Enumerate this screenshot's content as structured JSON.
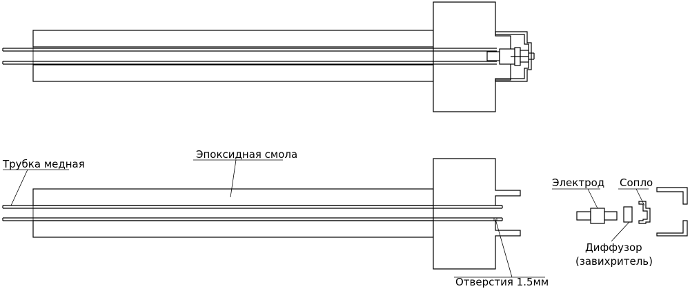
{
  "labels": {
    "copper_tube": "Трубка медная",
    "epoxy": "Эпоксидная смола",
    "holes": "Отверстия 1.5мм",
    "electrode": "Электрод",
    "nozzle": "Сопло",
    "diffuser_line1": "Диффузор",
    "diffuser_line2": "(завихритель)"
  },
  "colors": {
    "line": "#000000",
    "background": "#ffffff"
  }
}
